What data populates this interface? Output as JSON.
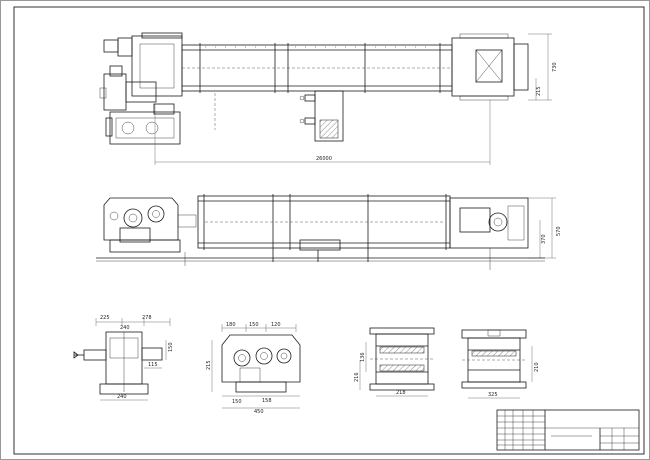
{
  "drawing": {
    "plan_view": {
      "dim_length": "26000",
      "dim_width_right": "730",
      "dim_right_small": "215"
    },
    "front_view": {
      "dim_height_a": "570",
      "dim_height_b": "370"
    },
    "detail_gearbox_side": {
      "dim_left": "225",
      "dim_mid": "240",
      "dim_right": "278",
      "dim_side": "150",
      "dim_shaft": "115",
      "dim_bottom": "240"
    },
    "detail_gearbox_front": {
      "dim_top_a": "180",
      "dim_top_b": "150",
      "dim_top_c": "120",
      "dim_left_height": "215",
      "dim_bottom_a": "150",
      "dim_bottom_b": "158",
      "dim_overall": "450"
    },
    "detail_trough_section": {
      "dim_height_a": "136",
      "dim_height_b": "216",
      "dim_width": "218"
    },
    "detail_tail_section": {
      "dim_height": "210",
      "dim_width": "325"
    }
  }
}
